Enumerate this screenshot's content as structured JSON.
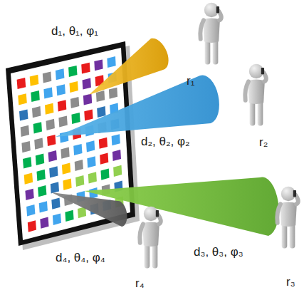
{
  "diagram": {
    "labels": [
      "d₁, θ₁, φ₁",
      "r₁",
      "d₂, θ₂, φ₂",
      "r₂",
      "d₄, θ₄, φ₄",
      "d₃, θ₃, φ₃",
      "r₄",
      "r₃"
    ]
  }
}
